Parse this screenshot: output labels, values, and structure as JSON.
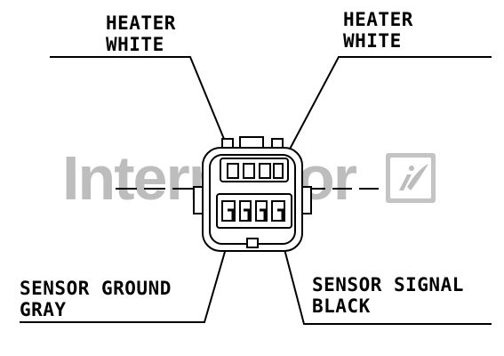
{
  "labels": {
    "heater_left": [
      "HEATER",
      "WHITE"
    ],
    "heater_right": [
      "HEATER",
      "WHITE"
    ],
    "sensor_ground": [
      "SENSOR GROUND",
      "GRAY"
    ],
    "sensor_signal": [
      "SENSOR SIGNAL",
      "BLACK"
    ]
  },
  "watermark": {
    "text": "Intermotor",
    "color": "#bdbdbd",
    "logo_icon": "intermotor-logo-icon"
  },
  "colors": {
    "line": "#000000",
    "background": "#ffffff"
  }
}
